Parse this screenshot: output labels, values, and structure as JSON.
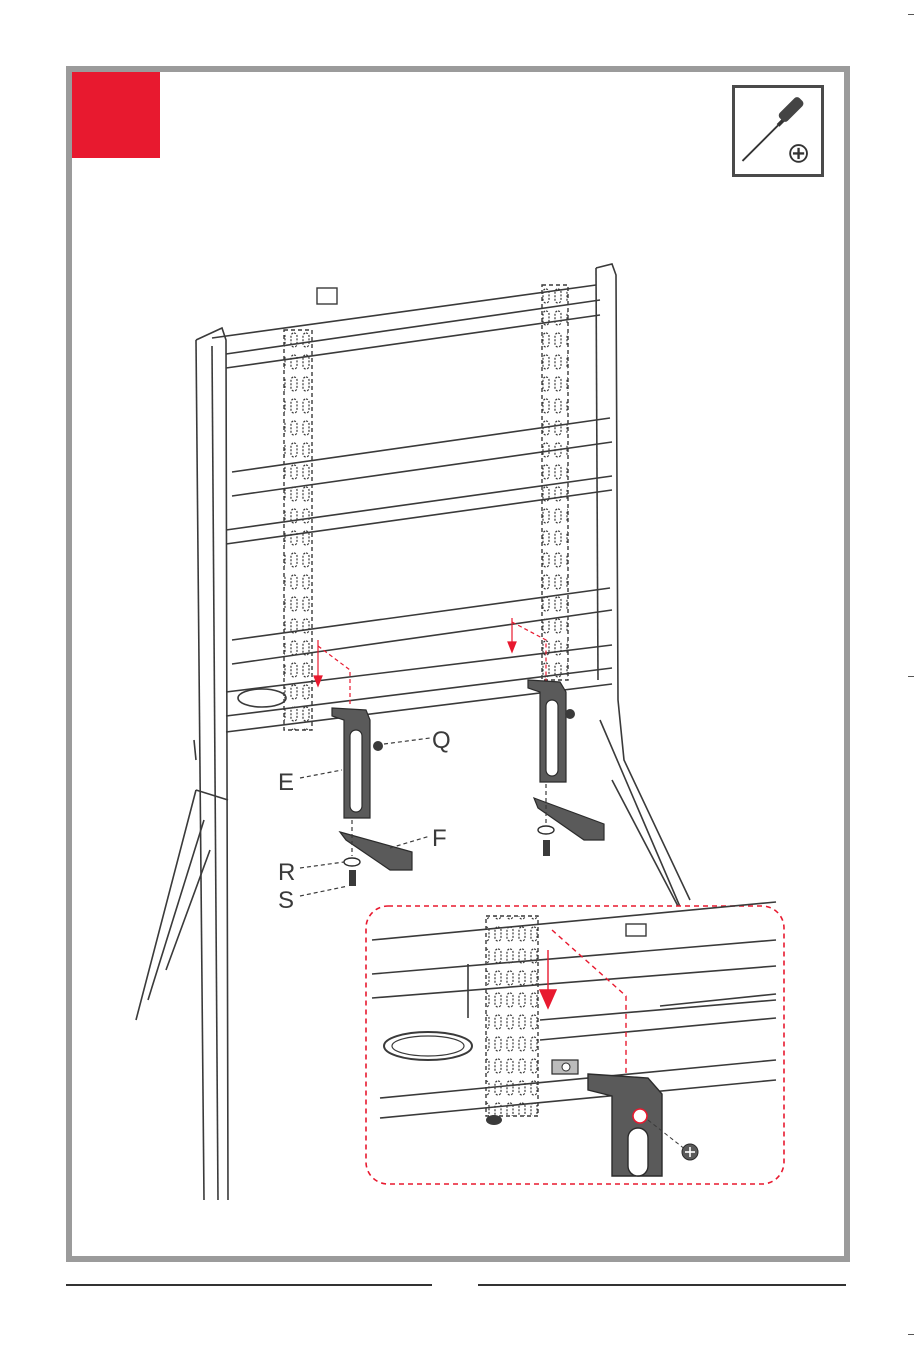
{
  "step": {
    "badge_color": "#e8192f"
  },
  "tool": {
    "icon": "phillips-screwdriver-icon"
  },
  "parts": {
    "Q": "Q",
    "E": "E",
    "F": "F",
    "R": "R",
    "S": "S"
  },
  "colors": {
    "accent": "#e8192f",
    "frame": "#9b9b9b",
    "line": "#3a3a3a"
  }
}
